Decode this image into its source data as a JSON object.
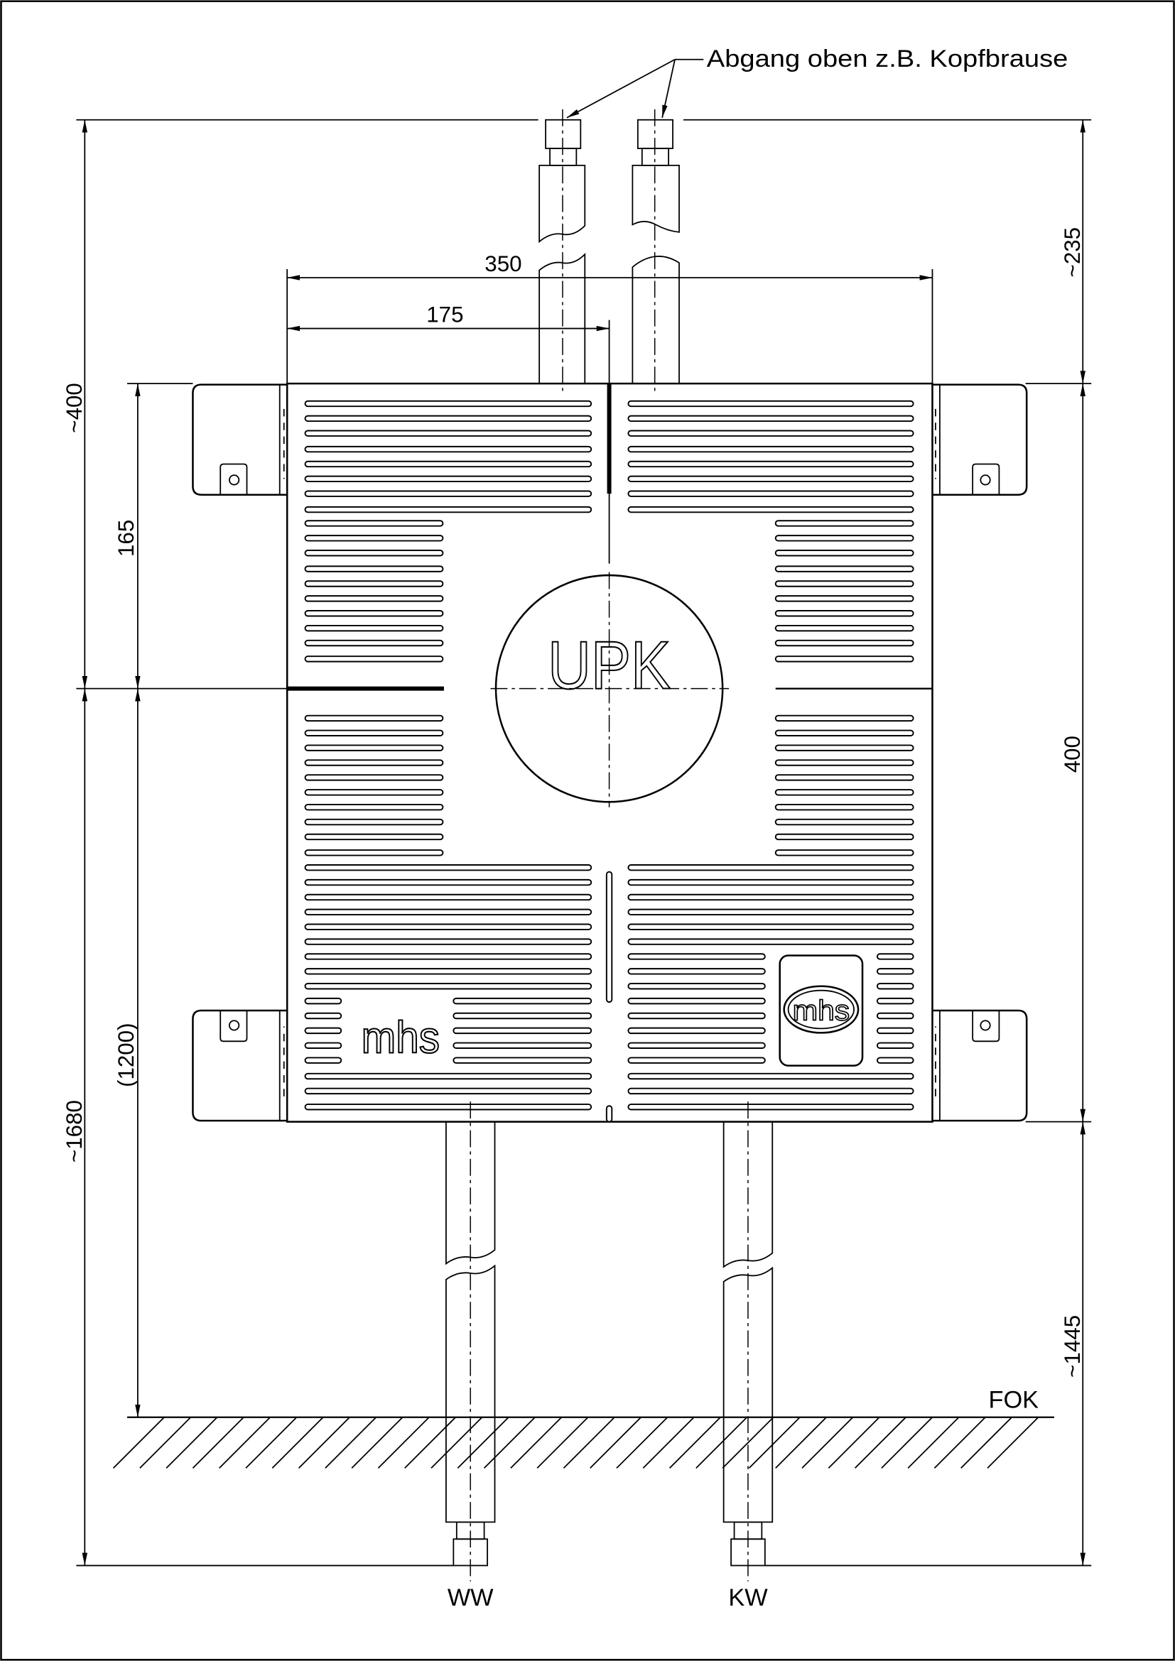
{
  "drawing": {
    "outlet_label": "Abgang oben z.B. Kopfbrause",
    "housing_label": "UPK",
    "floor_label": "FOK"
  },
  "dimensions": {
    "overall_width": "350",
    "half_width": "175",
    "top_outlet_height": "~235",
    "left_top_to_center": "~400",
    "bracket_to_center": "165",
    "housing_height": "400",
    "center_to_floor": "(1200)",
    "center_to_bottom": "~1680",
    "bottom_outlet_height": "~1445"
  },
  "pipes": {
    "warm_water": "WW",
    "cold_water": "KW"
  },
  "logo": {
    "brand": "mhs",
    "badge_brand": "mhs"
  },
  "colors": {
    "line": "#000000",
    "background": "#ffffff"
  }
}
